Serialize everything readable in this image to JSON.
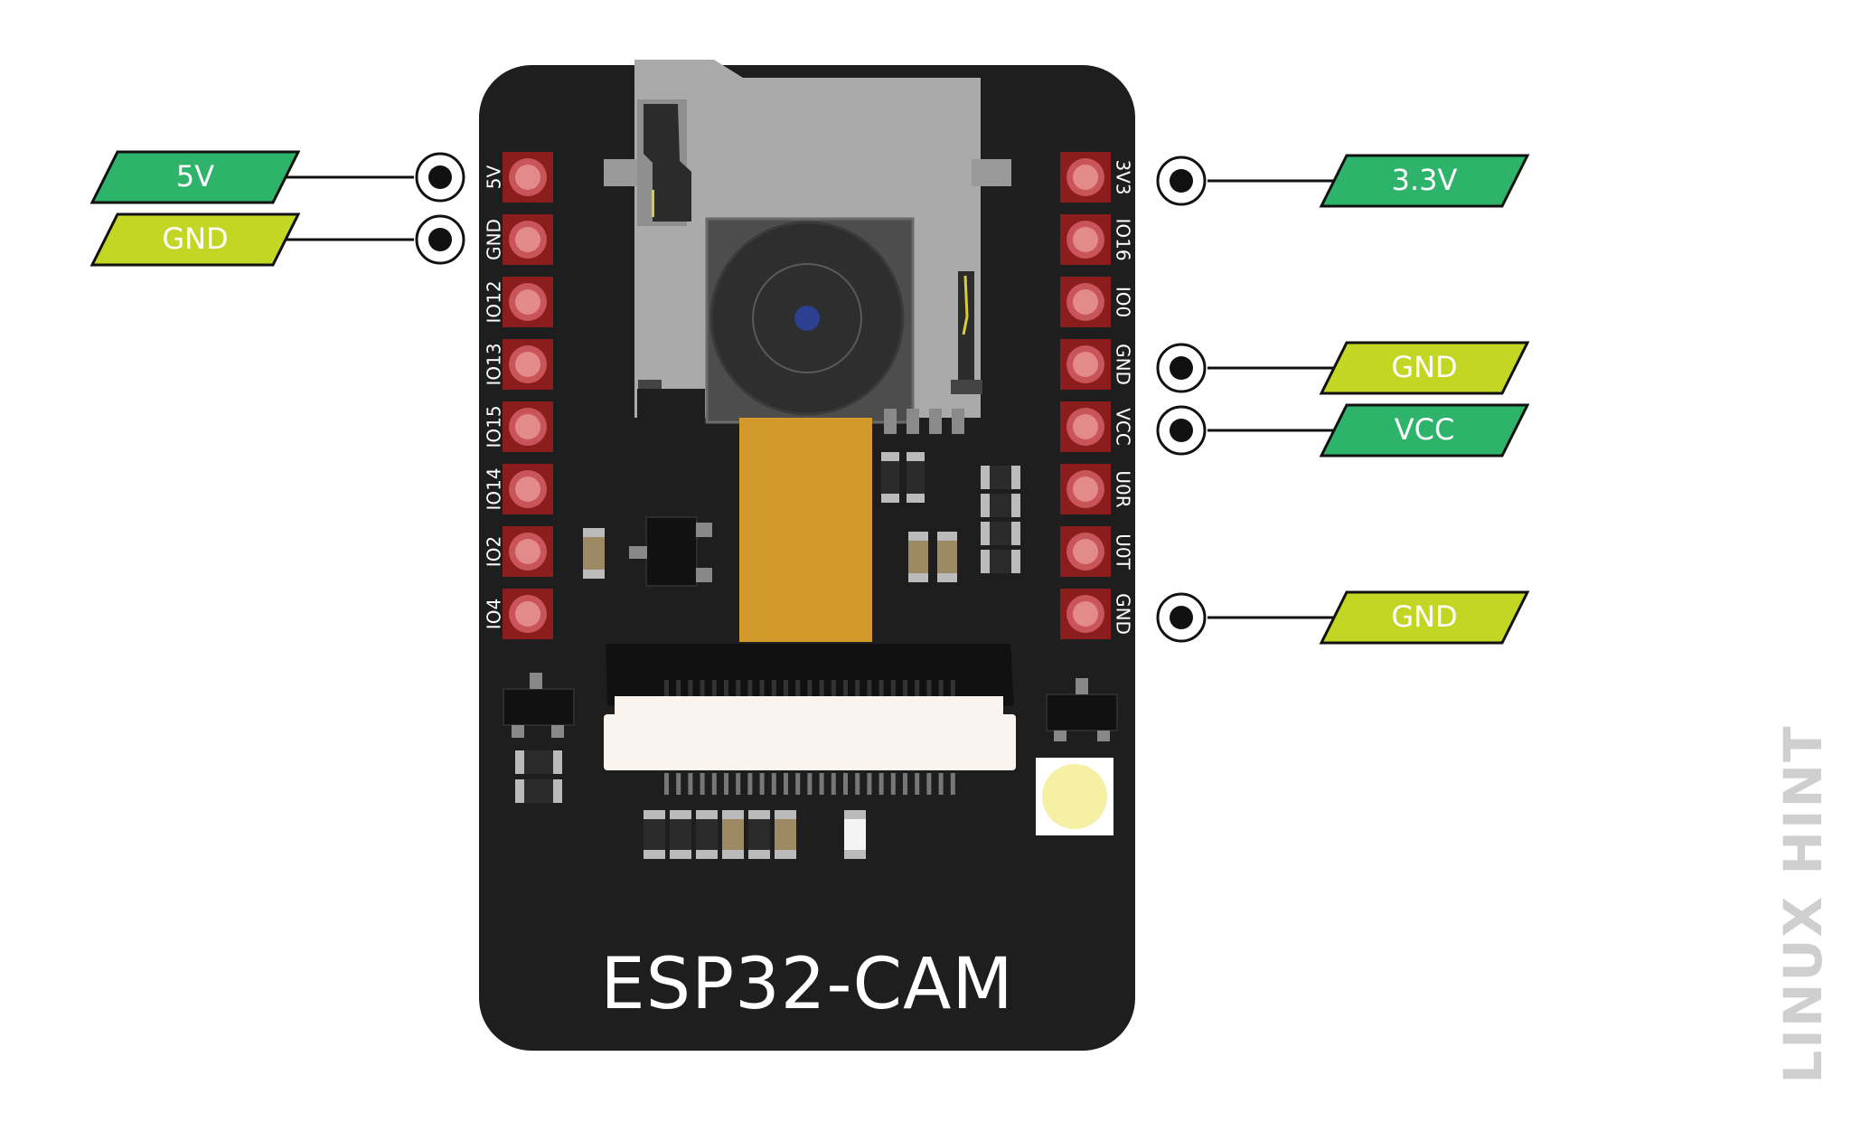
{
  "board": {
    "title": "ESP32-CAM",
    "colors": {
      "pcb": "#1e1e1e",
      "pad": "#8c1d1d",
      "pad_inner": "#e38a8a",
      "ribbon": "#d19a2a",
      "sd_slot": "#a9a9a9"
    }
  },
  "left_pins": [
    "5V",
    "GND",
    "IO12",
    "IO13",
    "IO15",
    "IO14",
    "IO2",
    "IO4"
  ],
  "right_pins": [
    "3V3",
    "IO16",
    "IO0",
    "GND",
    "VCC",
    "U0R",
    "U0T",
    "GND"
  ],
  "callouts": {
    "left": [
      {
        "label": "5V",
        "pin_index": 0,
        "color": "#2db36a"
      },
      {
        "label": "GND",
        "pin_index": 1,
        "color": "#c3d624"
      }
    ],
    "right": [
      {
        "label": "3.3V",
        "pin_index": 0,
        "color": "#2db36a"
      },
      {
        "label": "GND",
        "pin_index": 3,
        "color": "#c3d624"
      },
      {
        "label": "VCC",
        "pin_index": 4,
        "color": "#2db36a"
      },
      {
        "label": "GND",
        "pin_index": 7,
        "color": "#c3d624"
      }
    ]
  },
  "watermark": "LINUX HINT"
}
